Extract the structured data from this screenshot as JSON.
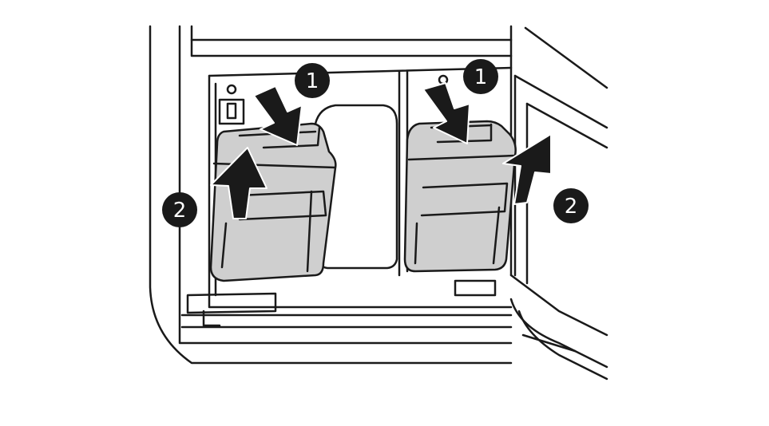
{
  "steps": [
    {
      "id": "left-press",
      "number": "1"
    },
    {
      "id": "right-press",
      "number": "1"
    },
    {
      "id": "left-lift",
      "number": "2"
    },
    {
      "id": "right-lift",
      "number": "2"
    }
  ],
  "colors": {
    "outline": "#1a1a1a",
    "container_fill": "#cfcfcf",
    "arrow_fill": "#1a1a1a",
    "marker_fill": "#1a1a1a",
    "marker_text": "#ffffff",
    "background": "#ffffff"
  }
}
